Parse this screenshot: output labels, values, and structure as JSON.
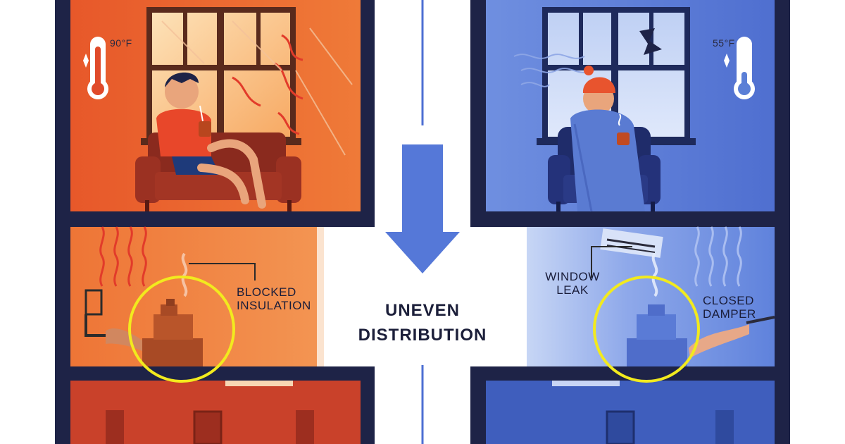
{
  "left_room": {
    "temperature": "90°F",
    "callout": [
      "BLOCKED",
      "INSULATION"
    ]
  },
  "right_room": {
    "temperature": "55°F",
    "callout_window": [
      "WINDOW",
      "LEAK"
    ],
    "callout_damper": [
      "CLOSED",
      "DAMPER"
    ]
  },
  "center": {
    "title_line1": "UNEVEN",
    "title_line2": "DISTRIBUTION"
  },
  "colors": {
    "hot_wall": "#e8642d",
    "hot_basement": "#f07a3b",
    "hot_floor": "#c9412a",
    "cold_wall": "#5b7fd6",
    "cold_basement": "#6e93e6",
    "cold_floor": "#3f5ebd",
    "frame": "#1e2347",
    "highlight": "#f2ea1e"
  }
}
